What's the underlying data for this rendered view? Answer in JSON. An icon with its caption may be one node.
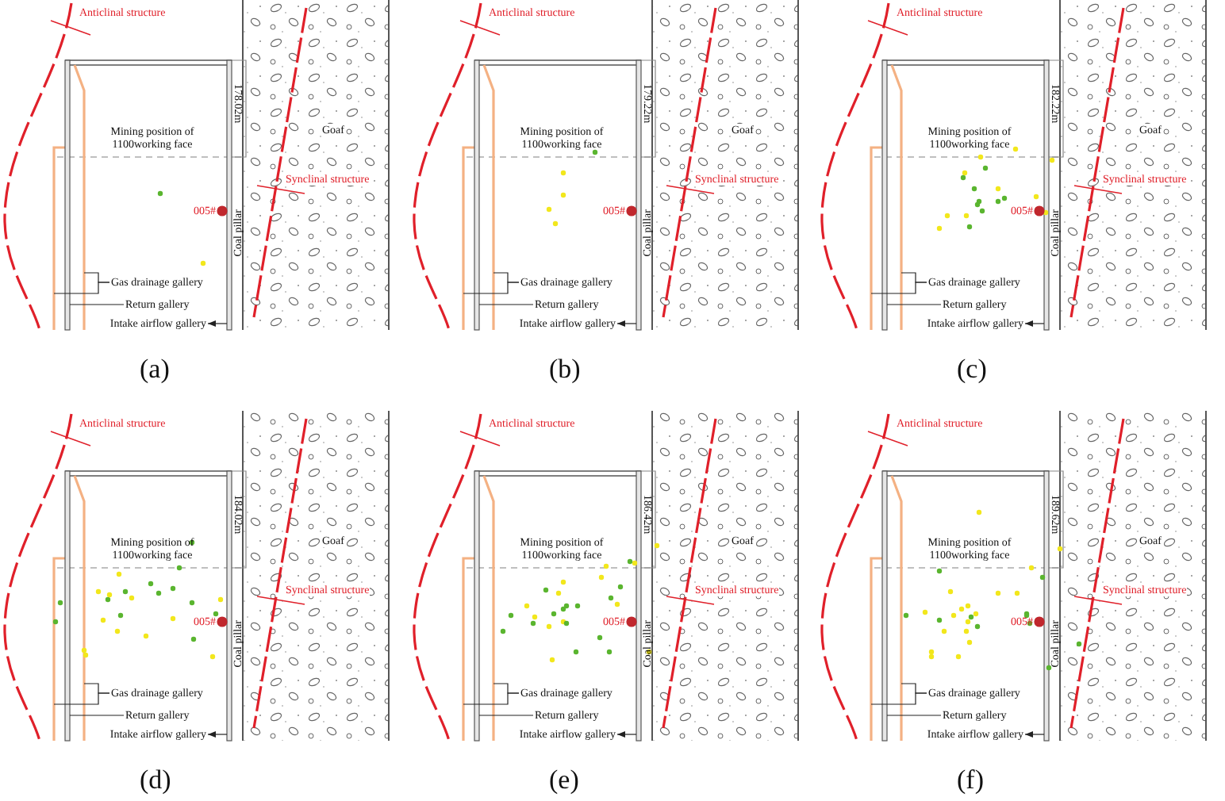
{
  "diagram": {
    "nodes": [
      {
        "text": [
          "Gas drainage gallery"
        ]
      },
      {
        "text": [
          "Return gallery"
        ]
      },
      {
        "text": [
          "Intake airflow gallery"
        ]
      },
      {
        "text": [],
        "shape": "bar"
      },
      {
        "text": [],
        "shape": "bar"
      },
      {
        "text": [],
        "shape": "bar"
      },
      {
        "text": [],
        "shape": "bar"
      },
      {
        "text": [
          "Gas drainage gallery"
        ]
      },
      {
        "text": [
          "Return gallery"
        ]
      },
      {
        "text": [
          "Intake airflow gallery"
        ]
      },
      {
        "text": [],
        "shape": "bar"
      },
      {
        "text": [],
        "shape": "bar"
      },
      {
        "text": [],
        "shape": "bar"
      },
      {
        "text": [],
        "shape": "bar"
      },
      {
        "text": [
          "Gas drainage gallery"
        ]
      },
      {
        "text": [
          "Return gallery"
        ]
      },
      {
        "text": [
          "Intake airflow gallery"
        ]
      },
      {
        "text": [],
        "shape": "bar"
      },
      {
        "text": [],
        "shape": "bar"
      },
      {
        "text": [],
        "shape": "bar"
      },
      {
        "text": [],
        "shape": "bar"
      },
      {
        "text": [
          "Gas drainage gallery"
        ]
      },
      {
        "text": [
          "Return gallery"
        ]
      },
      {
        "text": [
          "Intake airflow gallery"
        ]
      },
      {
        "text": [],
        "shape": "bar"
      },
      {
        "text": [],
        "shape": "bar"
      },
      {
        "text": [],
        "shape": "bar"
      },
      {
        "text": [],
        "shape": "bar"
      },
      {
        "text": [
          "Gas drainage gallery"
        ]
      },
      {
        "text": [
          "Return gallery"
        ]
      },
      {
        "text": [
          "Intake airflow gallery"
        ]
      },
      {
        "text": [],
        "shape": "bar"
      },
      {
        "text": [],
        "shape": "bar"
      },
      {
        "text": [],
        "shape": "bar"
      },
      {
        "text": [],
        "shape": "bar"
      },
      {
        "text": [
          "Gas drainage gallery"
        ]
      },
      {
        "text": [
          "Return gallery"
        ]
      },
      {
        "text": [
          "Intake airflow gallery"
        ]
      },
      {
        "text": [],
        "shape": "bar"
      },
      {
        "text": [],
        "shape": "bar"
      },
      {
        "text": [],
        "shape": "bar"
      },
      {
        "text": [],
        "shape": "bar"
      }
    ],
    "edges": [
      {
        "from": 0,
        "to": 3,
        "arrow": "none"
      },
      {
        "from": 0,
        "to": 5,
        "arrow": "none"
      },
      {
        "from": 1,
        "to": 4,
        "arrow": "none"
      },
      {
        "from": 6,
        "to": 2,
        "arrow": "to"
      },
      {
        "from": 7,
        "to": 10,
        "arrow": "none"
      },
      {
        "from": 7,
        "to": 12,
        "arrow": "none"
      },
      {
        "from": 8,
        "to": 11,
        "arrow": "none"
      },
      {
        "from": 13,
        "to": 9,
        "arrow": "to"
      },
      {
        "from": 14,
        "to": 17,
        "arrow": "none"
      },
      {
        "from": 14,
        "to": 19,
        "arrow": "none"
      },
      {
        "from": 15,
        "to": 18,
        "arrow": "none"
      },
      {
        "from": 20,
        "to": 16,
        "arrow": "to"
      },
      {
        "from": 21,
        "to": 24,
        "arrow": "none"
      },
      {
        "from": 21,
        "to": 26,
        "arrow": "none"
      },
      {
        "from": 22,
        "to": 25,
        "arrow": "none"
      },
      {
        "from": 27,
        "to": 23,
        "arrow": "to"
      },
      {
        "from": 28,
        "to": 31,
        "arrow": "none"
      },
      {
        "from": 28,
        "to": 33,
        "arrow": "none"
      },
      {
        "from": 29,
        "to": 32,
        "arrow": "none"
      },
      {
        "from": 34,
        "to": 30,
        "arrow": "to"
      },
      {
        "from": 35,
        "to": 38,
        "arrow": "none"
      },
      {
        "from": 35,
        "to": 40,
        "arrow": "none"
      },
      {
        "from": 36,
        "to": 39,
        "arrow": "none"
      },
      {
        "from": 41,
        "to": 37,
        "arrow": "to"
      }
    ],
    "labels": [
      "Anticlinal structure",
      "178.02m",
      "Mining position of 1100working face",
      "Goaf",
      "Synclinal structure",
      "005#",
      "Coal pillar",
      "(a)",
      "Anticlinal structure",
      "179.22m",
      "Mining position of 1100working face",
      "Goaf",
      "Synclinal structure",
      "005#",
      "Coal pillar",
      "(b)",
      "Anticlinal structure",
      "182.22m",
      "Mining position of 1100working face",
      "Goaf",
      "Synclinal structure",
      "005#",
      "Coal pillar",
      "(c)",
      "Anticlinal structure",
      "184.02m",
      "Mining position of 1100working face",
      "Goaf",
      "Synclinal structure",
      "005#",
      "Coal pillar",
      "(d)",
      "Anticlinal structure",
      "186.42m",
      "Mining position of 1100working face",
      "Goaf",
      "Synclinal structure",
      "005#",
      "Coal pillar",
      "(e)",
      "Anticlinal structure",
      "189.62m",
      "Mining position of 1100working face",
      "Goaf",
      "Synclinal structure",
      "005#",
      "Coal pillar",
      "(f)"
    ]
  }
}
